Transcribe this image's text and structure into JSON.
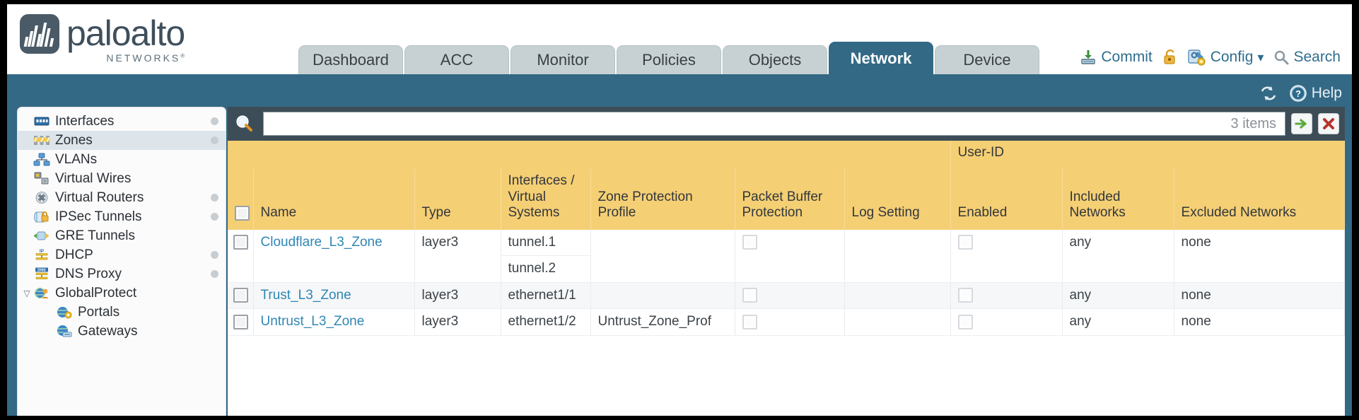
{
  "brand": {
    "name": "paloalto",
    "tagline": "NETWORKS",
    "mark": "paloalto-logo-icon"
  },
  "nav": {
    "tabs": [
      {
        "label": "Dashboard",
        "active": false
      },
      {
        "label": "ACC",
        "active": false
      },
      {
        "label": "Monitor",
        "active": false
      },
      {
        "label": "Policies",
        "active": false
      },
      {
        "label": "Objects",
        "active": false
      },
      {
        "label": "Network",
        "active": true
      },
      {
        "label": "Device",
        "active": false
      }
    ]
  },
  "top_actions": {
    "commit": "Commit",
    "lock_icon": "padlock-icon",
    "config": "Config",
    "config_caret": "▾",
    "search": "Search"
  },
  "help_bar": {
    "refresh_icon": "refresh-icon",
    "help": "Help"
  },
  "sidebar": {
    "items": [
      {
        "label": "Interfaces",
        "icon": "interfaces-icon",
        "dot": true,
        "selected": false,
        "indent": 0
      },
      {
        "label": "Zones",
        "icon": "zones-icon",
        "dot": true,
        "selected": true,
        "indent": 0
      },
      {
        "label": "VLANs",
        "icon": "vlans-icon",
        "dot": false,
        "selected": false,
        "indent": 0
      },
      {
        "label": "Virtual Wires",
        "icon": "virtual-wires-icon",
        "dot": false,
        "selected": false,
        "indent": 0
      },
      {
        "label": "Virtual Routers",
        "icon": "virtual-routers-icon",
        "dot": true,
        "selected": false,
        "indent": 0
      },
      {
        "label": "IPSec Tunnels",
        "icon": "ipsec-tunnels-icon",
        "dot": true,
        "selected": false,
        "indent": 0
      },
      {
        "label": "GRE Tunnels",
        "icon": "gre-tunnels-icon",
        "dot": false,
        "selected": false,
        "indent": 0
      },
      {
        "label": "DHCP",
        "icon": "dhcp-icon",
        "dot": true,
        "selected": false,
        "indent": 0
      },
      {
        "label": "DNS Proxy",
        "icon": "dns-proxy-icon",
        "dot": true,
        "selected": false,
        "indent": 0
      },
      {
        "label": "GlobalProtect",
        "icon": "globalprotect-icon",
        "dot": false,
        "selected": false,
        "indent": 0,
        "expanded": true,
        "caret": "▽"
      },
      {
        "label": "Portals",
        "icon": "portals-icon",
        "dot": false,
        "selected": false,
        "indent": 1
      },
      {
        "label": "Gateways",
        "icon": "gateways-icon",
        "dot": false,
        "selected": false,
        "indent": 1
      }
    ]
  },
  "filter": {
    "search_icon": "magnifier-icon",
    "value": "",
    "placeholder": "",
    "item_count": "3 items",
    "apply_icon": "green-arrow-apply-icon",
    "clear_icon": "red-x-clear-icon"
  },
  "table": {
    "group_header": "User-ID",
    "columns": [
      "Name",
      "Type",
      "Interfaces / Virtual Systems",
      "Zone Protection Profile",
      "Packet Buffer Protection",
      "Log Setting",
      "Enabled",
      "Included Networks",
      "Excluded Networks"
    ],
    "select_all_checkbox": false,
    "rows": [
      {
        "selected": false,
        "name": "Cloudflare_L3_Zone",
        "type": "layer3",
        "interfaces": [
          "tunnel.1",
          "tunnel.2"
        ],
        "zone_protection_profile": "",
        "packet_buffer_protection": false,
        "log_setting": "",
        "userid_enabled": false,
        "included_networks": "any",
        "excluded_networks": "none"
      },
      {
        "selected": false,
        "name": "Trust_L3_Zone",
        "type": "layer3",
        "interfaces": [
          "ethernet1/1"
        ],
        "zone_protection_profile": "",
        "packet_buffer_protection": false,
        "log_setting": "",
        "userid_enabled": false,
        "included_networks": "any",
        "excluded_networks": "none"
      },
      {
        "selected": false,
        "name": "Untrust_L3_Zone",
        "type": "layer3",
        "interfaces": [
          "ethernet1/2"
        ],
        "zone_protection_profile": "Untrust_Zone_Prof",
        "packet_buffer_protection": false,
        "log_setting": "",
        "userid_enabled": false,
        "included_networks": "any",
        "excluded_networks": "none"
      }
    ]
  },
  "colors": {
    "brand_blue": "#336985",
    "tab_inactive": "#c7d1d3",
    "header_gold": "#f5cf74",
    "group_gold": "#e0b349",
    "link_blue": "#2f86b5",
    "panel_dark": "#3c4d57"
  }
}
